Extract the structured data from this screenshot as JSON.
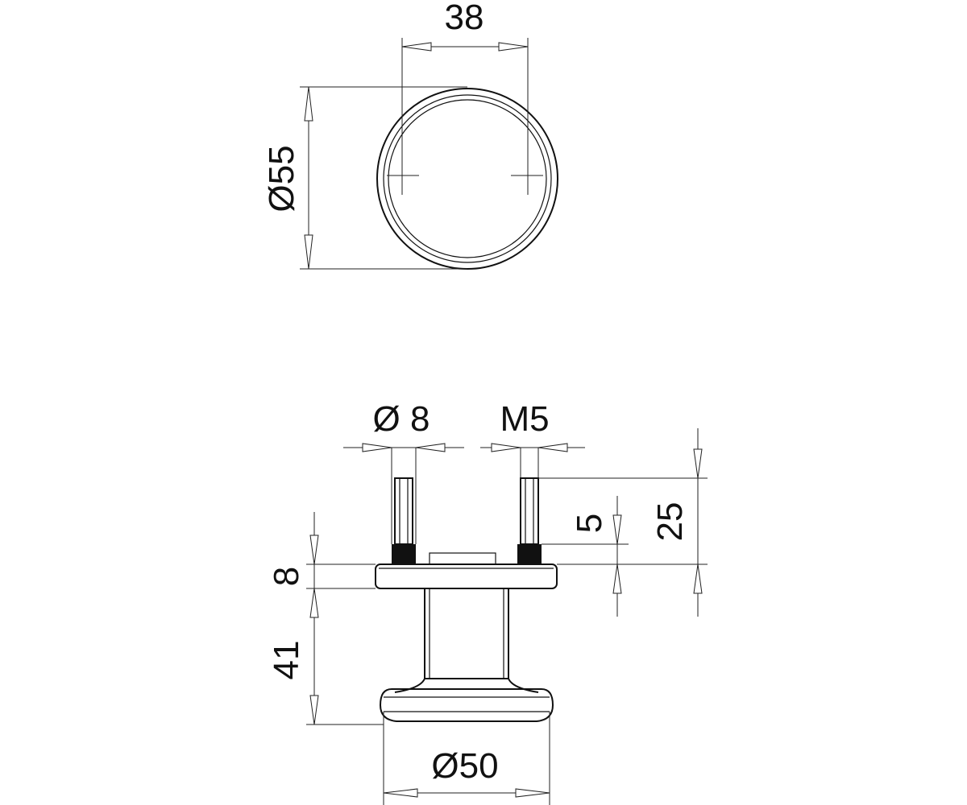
{
  "top_view": {
    "dimension_width": "38",
    "dimension_diameter": "Ø55"
  },
  "side_view": {
    "dimension_pin_diameter": "Ø 8",
    "dimension_thread": "M5",
    "dimension_plate_thickness": "8",
    "dimension_knob_height": "41",
    "dimension_knob_diameter": "Ø50",
    "dimension_thread_length": "5",
    "dimension_pin_length": "25"
  },
  "colors": {
    "line": "#111111",
    "background": "#ffffff"
  }
}
